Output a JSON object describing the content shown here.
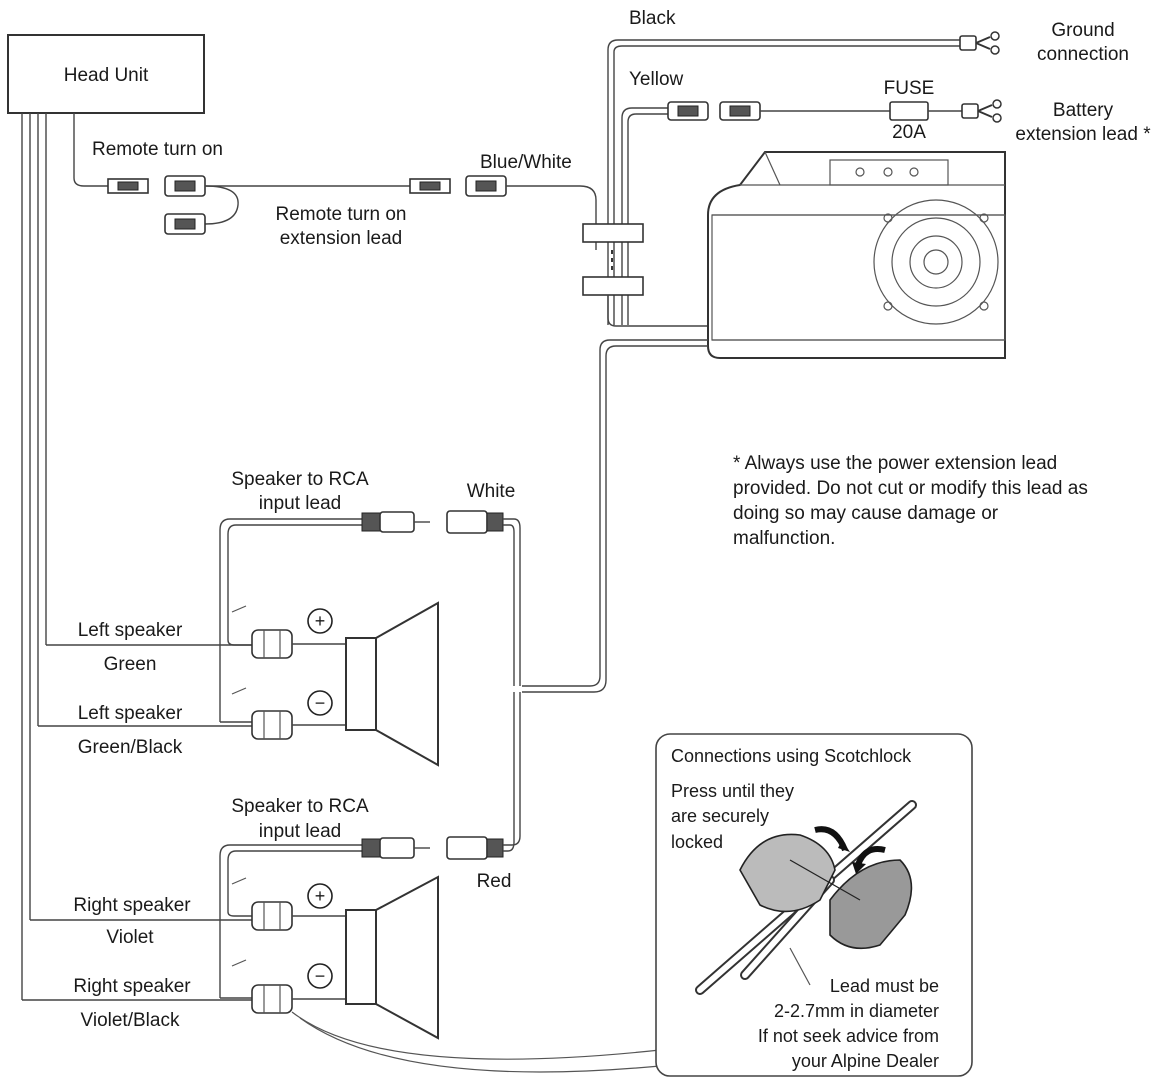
{
  "head_unit": {
    "label": "Head Unit"
  },
  "labels": {
    "remote_turn_on": "Remote turn on",
    "remote_ext_1": "Remote turn on",
    "remote_ext_2": "extension lead",
    "blue_white": "Blue/White",
    "black": "Black",
    "yellow": "Yellow",
    "ground_1": "Ground",
    "ground_2": "connection",
    "fuse": "FUSE",
    "fuse_rating": "20A",
    "battery_1": "Battery",
    "battery_2": "extension lead *",
    "note_line1": "* Always use the power extension lead",
    "note_line2": "provided. Do not cut or modify this lead as",
    "note_line3": "doing so may cause damage or",
    "note_line4": "malfunction.",
    "rca_top_1": "Speaker to RCA",
    "rca_top_2": "input lead",
    "white": "White",
    "left_speaker_1": "Left speaker",
    "green": "Green",
    "left_speaker_2": "Left speaker",
    "green_black": "Green/Black",
    "rca_bottom_1": "Speaker to RCA",
    "rca_bottom_2": "input lead",
    "red": "Red",
    "right_speaker_1": "Right speaker",
    "violet": "Violet",
    "right_speaker_2": "Right speaker",
    "violet_black": "Violet/Black",
    "plus": "+",
    "minus": "−"
  },
  "scotchlock": {
    "title": "Connections using Scotchlock",
    "press_1": "Press until they",
    "press_2": "are securely",
    "press_3": "locked",
    "lead_1": "Lead must be",
    "lead_2": "2-2.7mm in diameter",
    "lead_3": "If not seek advice from",
    "lead_4": "your Alpine Dealer"
  }
}
